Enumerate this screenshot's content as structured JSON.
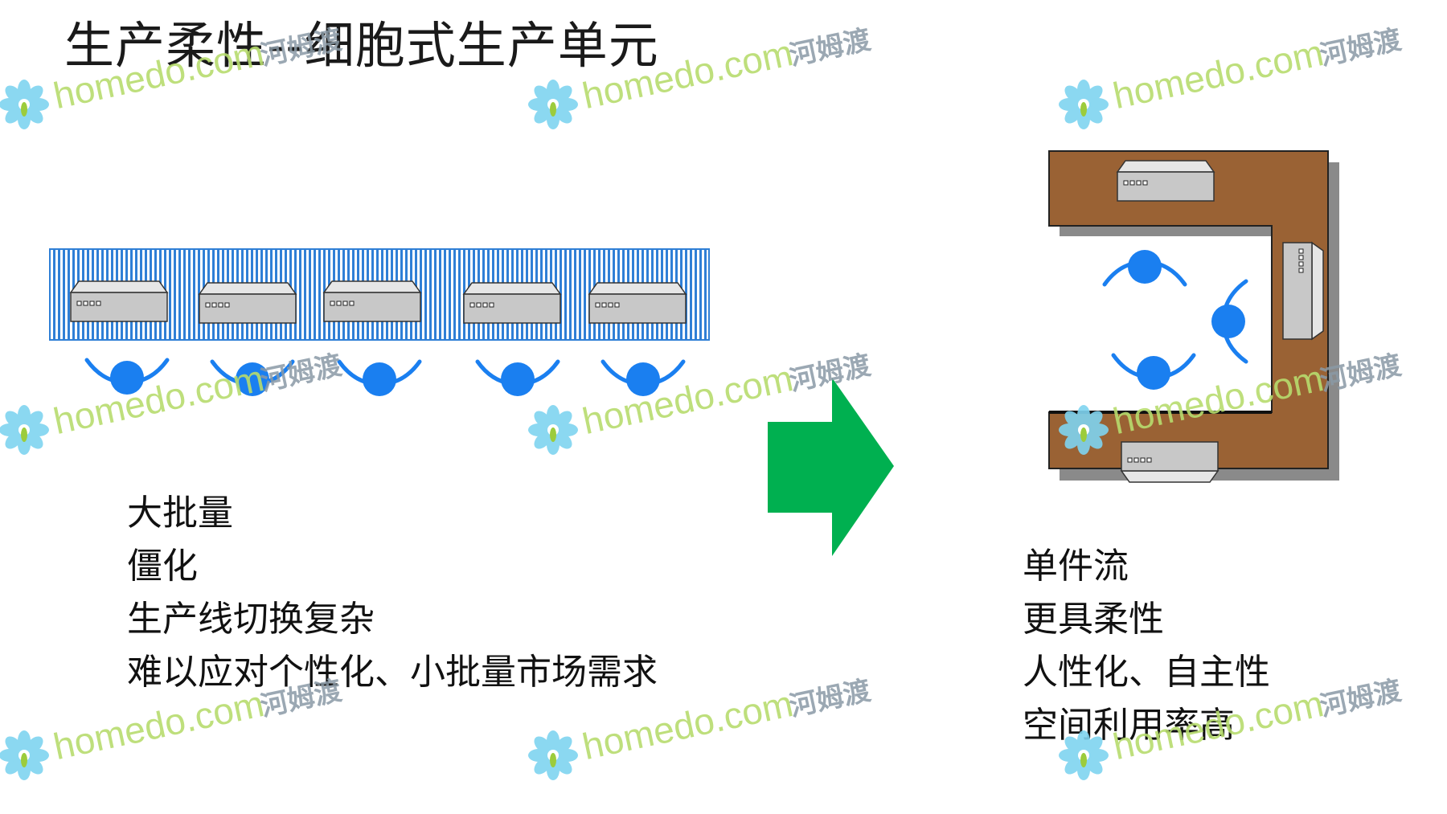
{
  "title": "生产柔性--细胞式生产单元",
  "left_panel": {
    "points": [
      "大批量",
      "僵化",
      "生产线切换复杂",
      "难以应对个性化、小批量市场需求"
    ]
  },
  "right_panel": {
    "points": [
      "单件流",
      "更具柔性",
      "人性化、自主性",
      "空间利用率高"
    ]
  },
  "watermark": {
    "brand": "homedo.com",
    "cn": "河姆渡"
  },
  "colors": {
    "conveyor_stripe": "#2f7fd6",
    "worker": "#1a7ff0",
    "arrow": "#00b050",
    "cell_table": "#9a6234",
    "machine": "#c8c8c8"
  },
  "icons": [
    "machine-icon",
    "worker-icon",
    "right-arrow-icon",
    "flower-logo-icon"
  ]
}
